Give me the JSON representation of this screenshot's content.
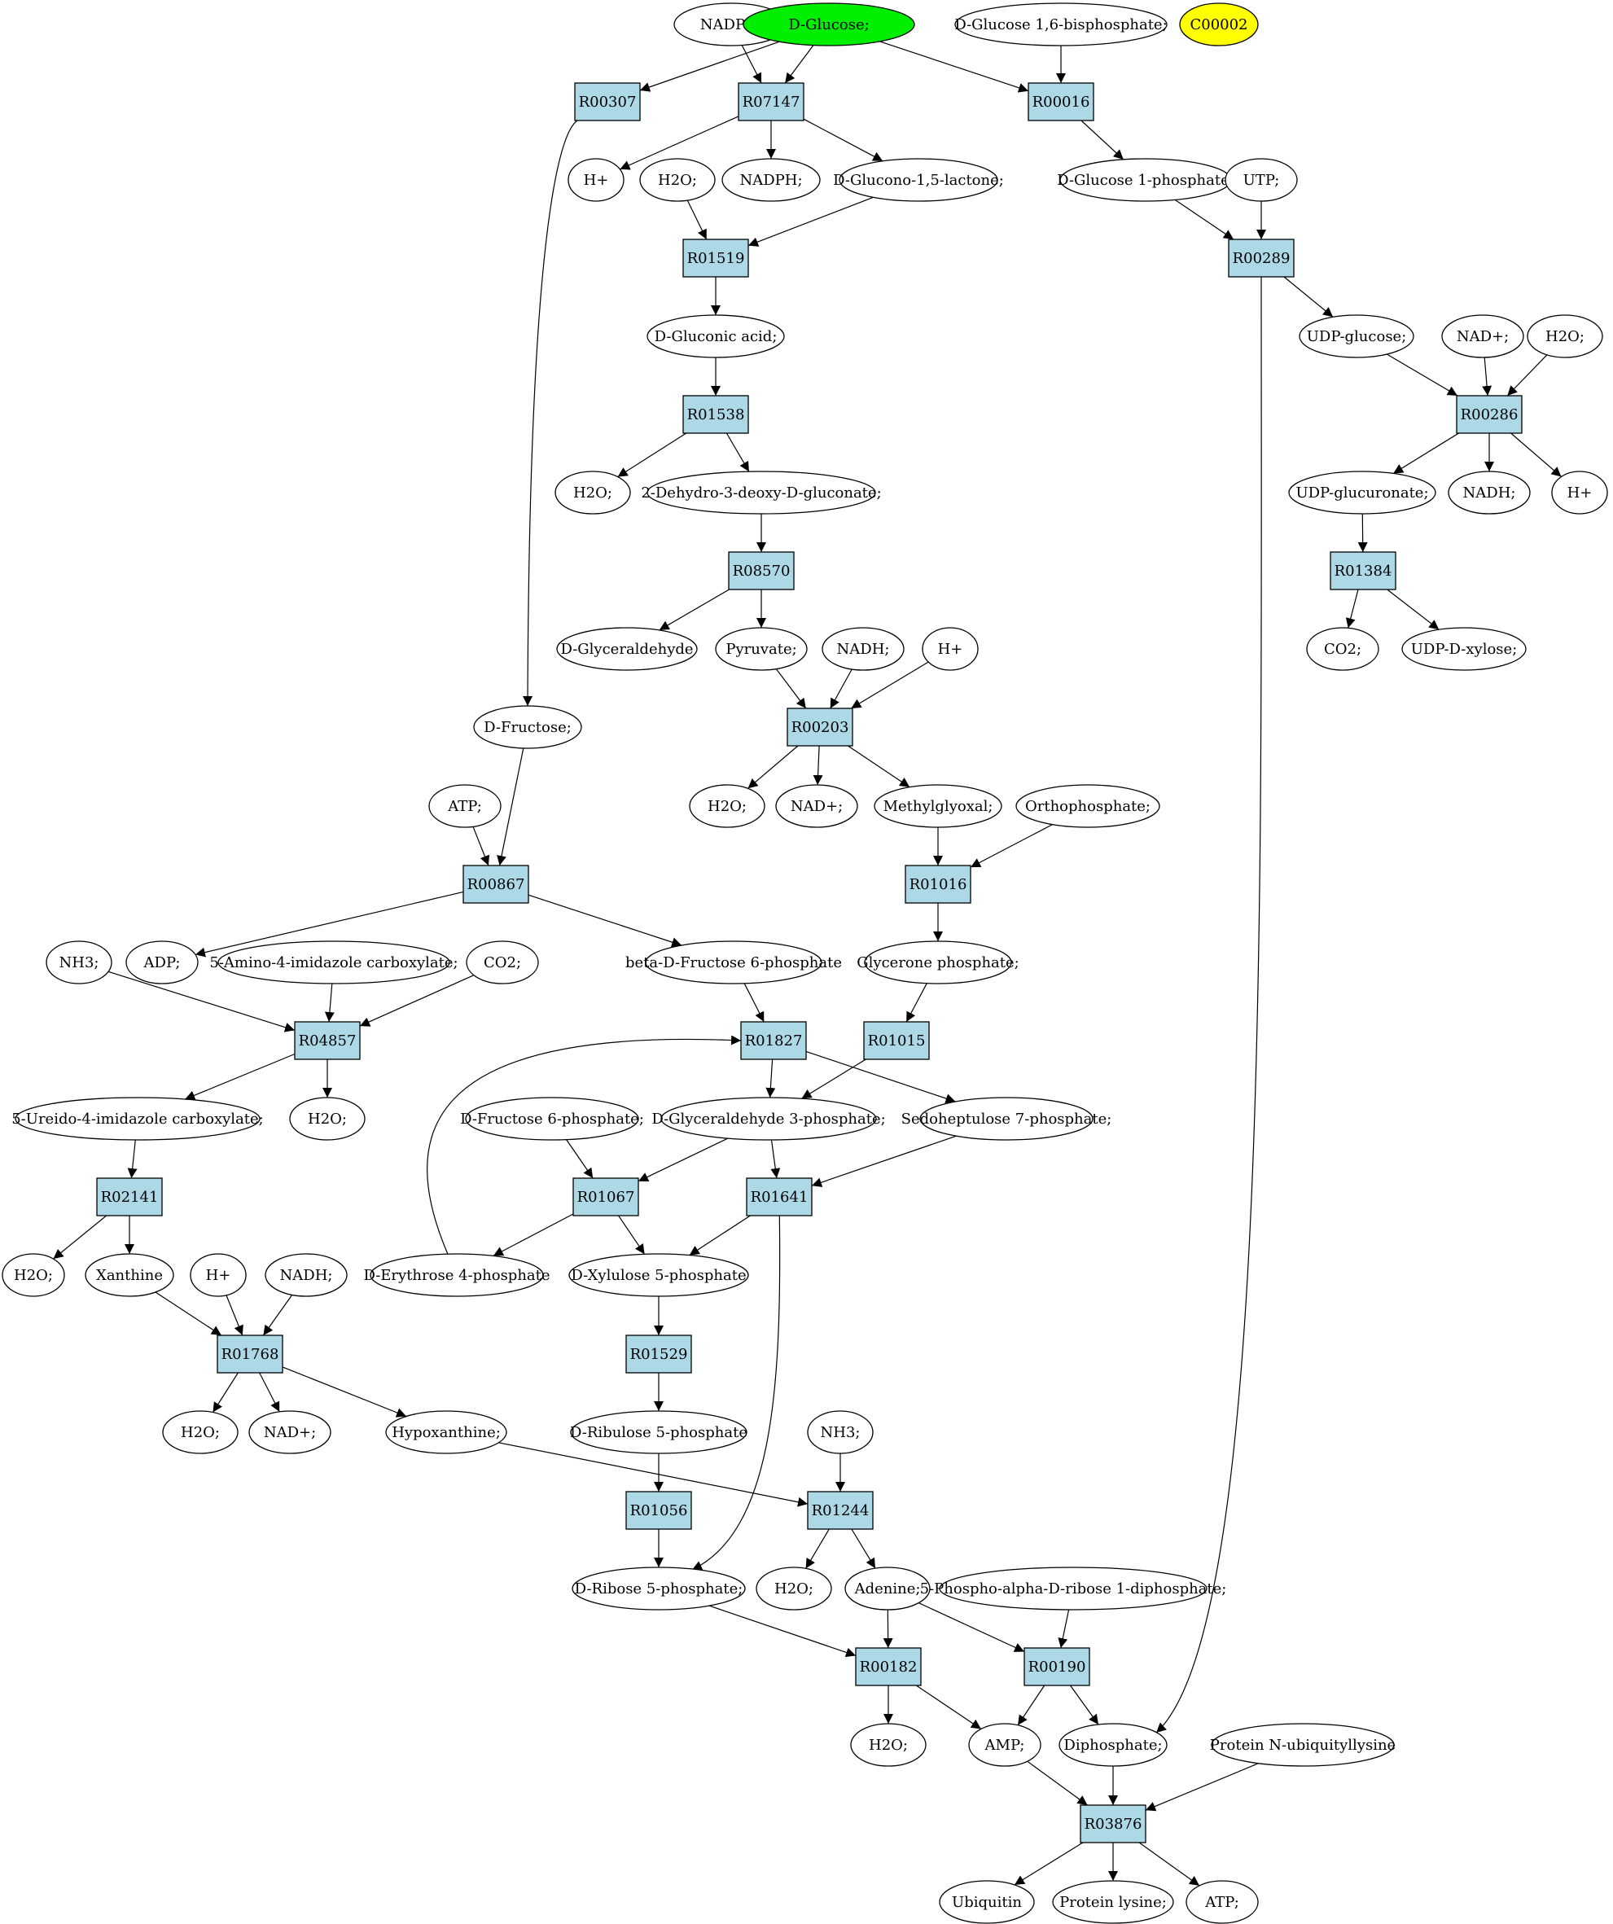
{
  "colors": {
    "reaction_fill": "#add8e6",
    "compound_fill": "#ffffff",
    "query_fill": "#00ee00",
    "highlight_fill": "#ffff00"
  },
  "nodes": [
    {
      "id": "c_nadp",
      "kind": "compound",
      "label": "NADP+;"
    },
    {
      "id": "c_glucose",
      "kind": "compound",
      "label": "D-Glucose;",
      "fill": "query"
    },
    {
      "id": "c_g16bp",
      "kind": "compound",
      "label": "D-Glucose 1,6-bisphosphate;"
    },
    {
      "id": "c_c00002",
      "kind": "compound",
      "label": "C00002",
      "fill": "highlight"
    },
    {
      "id": "r00307",
      "kind": "reaction",
      "label": "R00307"
    },
    {
      "id": "r07147",
      "kind": "reaction",
      "label": "R07147"
    },
    {
      "id": "r00016",
      "kind": "reaction",
      "label": "R00016"
    },
    {
      "id": "c_h_1",
      "kind": "compound",
      "label": "H+"
    },
    {
      "id": "c_h2o_1",
      "kind": "compound",
      "label": "H2O;"
    },
    {
      "id": "c_nadph",
      "kind": "compound",
      "label": "NADPH;"
    },
    {
      "id": "c_gluconolactone",
      "kind": "compound",
      "label": "D-Glucono-1,5-lactone;"
    },
    {
      "id": "c_g1p",
      "kind": "compound",
      "label": "D-Glucose 1-phosphate;"
    },
    {
      "id": "c_utp",
      "kind": "compound",
      "label": "UTP;"
    },
    {
      "id": "r01519",
      "kind": "reaction",
      "label": "R01519"
    },
    {
      "id": "r00289",
      "kind": "reaction",
      "label": "R00289"
    },
    {
      "id": "c_gluconic",
      "kind": "compound",
      "label": "D-Gluconic acid;"
    },
    {
      "id": "c_udpglucose",
      "kind": "compound",
      "label": "UDP-glucose;"
    },
    {
      "id": "c_nad_1",
      "kind": "compound",
      "label": "NAD+;"
    },
    {
      "id": "c_h2o_2",
      "kind": "compound",
      "label": "H2O;"
    },
    {
      "id": "r01538",
      "kind": "reaction",
      "label": "R01538"
    },
    {
      "id": "r00286",
      "kind": "reaction",
      "label": "R00286"
    },
    {
      "id": "c_h2o_3",
      "kind": "compound",
      "label": "H2O;"
    },
    {
      "id": "c_kdg",
      "kind": "compound",
      "label": "2-Dehydro-3-deoxy-D-gluconate;"
    },
    {
      "id": "c_udpglucuronate",
      "kind": "compound",
      "label": "UDP-glucuronate;"
    },
    {
      "id": "c_nadh_1",
      "kind": "compound",
      "label": "NADH;"
    },
    {
      "id": "c_h_2",
      "kind": "compound",
      "label": "H+"
    },
    {
      "id": "r08570",
      "kind": "reaction",
      "label": "R08570"
    },
    {
      "id": "r01384",
      "kind": "reaction",
      "label": "R01384"
    },
    {
      "id": "c_glyceraldehyde",
      "kind": "compound",
      "label": "D-Glyceraldehyde"
    },
    {
      "id": "c_pyruvate",
      "kind": "compound",
      "label": "Pyruvate;"
    },
    {
      "id": "c_nadh_2",
      "kind": "compound",
      "label": "NADH;"
    },
    {
      "id": "c_h_3",
      "kind": "compound",
      "label": "H+"
    },
    {
      "id": "c_co2_1",
      "kind": "compound",
      "label": "CO2;"
    },
    {
      "id": "c_udpxylose",
      "kind": "compound",
      "label": "UDP-D-xylose;"
    },
    {
      "id": "c_fructose",
      "kind": "compound",
      "label": "D-Fructose;"
    },
    {
      "id": "r00203",
      "kind": "reaction",
      "label": "R00203"
    },
    {
      "id": "c_atp_1",
      "kind": "compound",
      "label": "ATP;"
    },
    {
      "id": "c_h2o_4",
      "kind": "compound",
      "label": "H2O;"
    },
    {
      "id": "c_nad_2",
      "kind": "compound",
      "label": "NAD+;"
    },
    {
      "id": "c_methylglyoxal",
      "kind": "compound",
      "label": "Methylglyoxal;"
    },
    {
      "id": "c_orthophosphate",
      "kind": "compound",
      "label": "Orthophosphate;"
    },
    {
      "id": "r00867",
      "kind": "reaction",
      "label": "R00867"
    },
    {
      "id": "r01016",
      "kind": "reaction",
      "label": "R01016"
    },
    {
      "id": "c_nh3_1",
      "kind": "compound",
      "label": "NH3;"
    },
    {
      "id": "c_adp",
      "kind": "compound",
      "label": "ADP;"
    },
    {
      "id": "c_aica",
      "kind": "compound",
      "label": "5-Amino-4-imidazole carboxylate;"
    },
    {
      "id": "c_co2_2",
      "kind": "compound",
      "label": "CO2;"
    },
    {
      "id": "c_bf6p",
      "kind": "compound",
      "label": "beta-D-Fructose 6-phosphate"
    },
    {
      "id": "c_dhap",
      "kind": "compound",
      "label": "Glycerone phosphate;"
    },
    {
      "id": "r04857",
      "kind": "reaction",
      "label": "R04857"
    },
    {
      "id": "r01827",
      "kind": "reaction",
      "label": "R01827"
    },
    {
      "id": "r01015",
      "kind": "reaction",
      "label": "R01015"
    },
    {
      "id": "c_ureido",
      "kind": "compound",
      "label": "5-Ureido-4-imidazole carboxylate;"
    },
    {
      "id": "c_h2o_5",
      "kind": "compound",
      "label": "H2O;"
    },
    {
      "id": "c_f6p",
      "kind": "compound",
      "label": "D-Fructose 6-phosphate;"
    },
    {
      "id": "c_g3p",
      "kind": "compound",
      "label": "D-Glyceraldehyde 3-phosphate;"
    },
    {
      "id": "c_s7p",
      "kind": "compound",
      "label": "Sedoheptulose 7-phosphate;"
    },
    {
      "id": "r02141",
      "kind": "reaction",
      "label": "R02141"
    },
    {
      "id": "r01067",
      "kind": "reaction",
      "label": "R01067"
    },
    {
      "id": "r01641",
      "kind": "reaction",
      "label": "R01641"
    },
    {
      "id": "c_h2o_6",
      "kind": "compound",
      "label": "H2O;"
    },
    {
      "id": "c_xanthine",
      "kind": "compound",
      "label": "Xanthine"
    },
    {
      "id": "c_h_4",
      "kind": "compound",
      "label": "H+"
    },
    {
      "id": "c_nadh_3",
      "kind": "compound",
      "label": "NADH;"
    },
    {
      "id": "c_e4p",
      "kind": "compound",
      "label": "D-Erythrose 4-phosphate"
    },
    {
      "id": "c_x5p",
      "kind": "compound",
      "label": "D-Xylulose 5-phosphate"
    },
    {
      "id": "r01768",
      "kind": "reaction",
      "label": "R01768"
    },
    {
      "id": "r01529",
      "kind": "reaction",
      "label": "R01529"
    },
    {
      "id": "c_h2o_7",
      "kind": "compound",
      "label": "H2O;"
    },
    {
      "id": "c_nad_3",
      "kind": "compound",
      "label": "NAD+;"
    },
    {
      "id": "c_hypoxanthine",
      "kind": "compound",
      "label": "Hypoxanthine;"
    },
    {
      "id": "c_ru5p",
      "kind": "compound",
      "label": "D-Ribulose 5-phosphate"
    },
    {
      "id": "c_nh3_2",
      "kind": "compound",
      "label": "NH3;"
    },
    {
      "id": "r01056",
      "kind": "reaction",
      "label": "R01056"
    },
    {
      "id": "r01244",
      "kind": "reaction",
      "label": "R01244"
    },
    {
      "id": "c_r5p",
      "kind": "compound",
      "label": "D-Ribose 5-phosphate;"
    },
    {
      "id": "c_h2o_8",
      "kind": "compound",
      "label": "H2O;"
    },
    {
      "id": "c_adenine",
      "kind": "compound",
      "label": "Adenine;"
    },
    {
      "id": "c_prpp",
      "kind": "compound",
      "label": "5-Phospho-alpha-D-ribose 1-diphosphate;"
    },
    {
      "id": "r00182",
      "kind": "reaction",
      "label": "R00182"
    },
    {
      "id": "r00190",
      "kind": "reaction",
      "label": "R00190"
    },
    {
      "id": "c_h2o_9",
      "kind": "compound",
      "label": "H2O;"
    },
    {
      "id": "c_amp",
      "kind": "compound",
      "label": "AMP;"
    },
    {
      "id": "c_diphosphate",
      "kind": "compound",
      "label": "Diphosphate;"
    },
    {
      "id": "c_protubiq",
      "kind": "compound",
      "label": "Protein N-ubiquityllysine"
    },
    {
      "id": "r03876",
      "kind": "reaction",
      "label": "R03876"
    },
    {
      "id": "c_ubiquitin",
      "kind": "compound",
      "label": "Ubiquitin"
    },
    {
      "id": "c_protlys",
      "kind": "compound",
      "label": "Protein lysine;"
    },
    {
      "id": "c_atp_2",
      "kind": "compound",
      "label": "ATP;"
    }
  ],
  "edges": [
    [
      "c_glucose",
      "r00307"
    ],
    [
      "c_glucose",
      "r07147"
    ],
    [
      "c_nadp",
      "r07147"
    ],
    [
      "c_glucose",
      "r00016"
    ],
    [
      "c_g16bp",
      "r00016"
    ],
    [
      "r07147",
      "c_h_1"
    ],
    [
      "r07147",
      "c_nadph"
    ],
    [
      "r07147",
      "c_gluconolactone"
    ],
    [
      "r00016",
      "c_g1p"
    ],
    [
      "c_h2o_1",
      "r01519"
    ],
    [
      "c_gluconolactone",
      "r01519"
    ],
    [
      "c_g1p",
      "r00289"
    ],
    [
      "c_utp",
      "r00289"
    ],
    [
      "r01519",
      "c_gluconic"
    ],
    [
      "r00289",
      "c_udpglucose"
    ],
    [
      "c_gluconic",
      "r01538"
    ],
    [
      "c_udpglucose",
      "r00286"
    ],
    [
      "c_nad_1",
      "r00286"
    ],
    [
      "c_h2o_2",
      "r00286"
    ],
    [
      "r01538",
      "c_h2o_3"
    ],
    [
      "r01538",
      "c_kdg"
    ],
    [
      "r00286",
      "c_udpglucuronate"
    ],
    [
      "r00286",
      "c_nadh_1"
    ],
    [
      "r00286",
      "c_h_2"
    ],
    [
      "c_kdg",
      "r08570"
    ],
    [
      "c_udpglucuronate",
      "r01384"
    ],
    [
      "r08570",
      "c_glyceraldehyde"
    ],
    [
      "r08570",
      "c_pyruvate"
    ],
    [
      "r01384",
      "c_co2_1"
    ],
    [
      "r01384",
      "c_udpxylose"
    ],
    [
      "c_pyruvate",
      "r00203"
    ],
    [
      "c_nadh_2",
      "r00203"
    ],
    [
      "c_h_3",
      "r00203"
    ],
    [
      "r00307",
      "c_fructose"
    ],
    [
      "r00203",
      "c_h2o_4"
    ],
    [
      "r00203",
      "c_nad_2"
    ],
    [
      "r00203",
      "c_methylglyoxal"
    ],
    [
      "c_fructose",
      "r00867"
    ],
    [
      "c_atp_1",
      "r00867"
    ],
    [
      "c_methylglyoxal",
      "r01016"
    ],
    [
      "c_orthophosphate",
      "r01016"
    ],
    [
      "r00867",
      "c_adp"
    ],
    [
      "r00867",
      "c_bf6p"
    ],
    [
      "r01016",
      "c_dhap"
    ],
    [
      "c_nh3_1",
      "r04857"
    ],
    [
      "c_aica",
      "r04857"
    ],
    [
      "c_co2_2",
      "r04857"
    ],
    [
      "c_bf6p",
      "r01827"
    ],
    [
      "c_dhap",
      "r01015"
    ],
    [
      "c_e4p",
      "r01827"
    ],
    [
      "r04857",
      "c_ureido"
    ],
    [
      "r04857",
      "c_h2o_5"
    ],
    [
      "r01827",
      "c_g3p"
    ],
    [
      "r01827",
      "c_s7p"
    ],
    [
      "r01015",
      "c_g3p"
    ],
    [
      "c_ureido",
      "r02141"
    ],
    [
      "c_f6p",
      "r01067"
    ],
    [
      "c_g3p",
      "r01067"
    ],
    [
      "c_g3p",
      "r01641"
    ],
    [
      "c_s7p",
      "r01641"
    ],
    [
      "r02141",
      "c_h2o_6"
    ],
    [
      "r02141",
      "c_xanthine"
    ],
    [
      "r01067",
      "c_e4p"
    ],
    [
      "r01067",
      "c_x5p"
    ],
    [
      "r01641",
      "c_x5p"
    ],
    [
      "c_xanthine",
      "r01768"
    ],
    [
      "c_h_4",
      "r01768"
    ],
    [
      "c_nadh_3",
      "r01768"
    ],
    [
      "c_x5p",
      "r01529"
    ],
    [
      "r01768",
      "c_h2o_7"
    ],
    [
      "r01768",
      "c_nad_3"
    ],
    [
      "r01768",
      "c_hypoxanthine"
    ],
    [
      "r01529",
      "c_ru5p"
    ],
    [
      "c_ru5p",
      "r01056"
    ],
    [
      "c_hypoxanthine",
      "r01244"
    ],
    [
      "c_nh3_2",
      "r01244"
    ],
    [
      "r01056",
      "c_r5p"
    ],
    [
      "r01641",
      "c_r5p"
    ],
    [
      "r01244",
      "c_h2o_8"
    ],
    [
      "r01244",
      "c_adenine"
    ],
    [
      "c_r5p",
      "r00182"
    ],
    [
      "c_adenine",
      "r00182"
    ],
    [
      "c_adenine",
      "r00190"
    ],
    [
      "c_prpp",
      "r00190"
    ],
    [
      "r00182",
      "c_h2o_9"
    ],
    [
      "r00182",
      "c_amp"
    ],
    [
      "r00190",
      "c_amp"
    ],
    [
      "r00190",
      "c_diphosphate"
    ],
    [
      "r00289",
      "c_diphosphate"
    ],
    [
      "c_amp",
      "r03876"
    ],
    [
      "c_diphosphate",
      "r03876"
    ],
    [
      "c_protubiq",
      "r03876"
    ],
    [
      "r03876",
      "c_ubiquitin"
    ],
    [
      "r03876",
      "c_protlys"
    ],
    [
      "r03876",
      "c_atp_2"
    ]
  ]
}
